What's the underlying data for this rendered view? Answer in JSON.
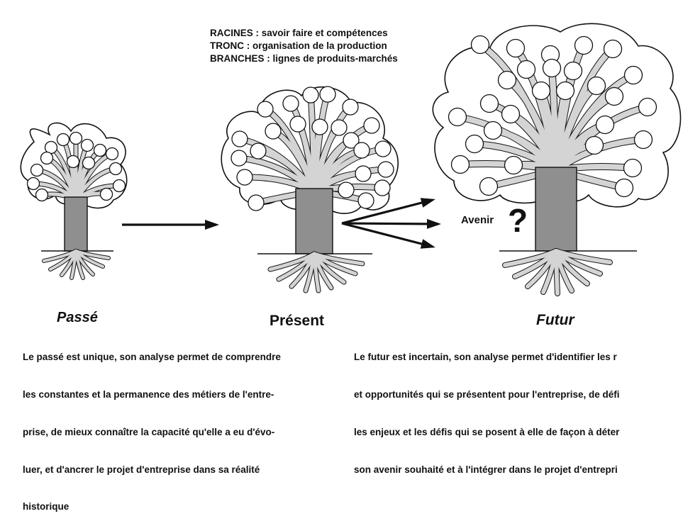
{
  "legend": {
    "line1": "RACINES : savoir faire et compétences",
    "line2": "TRONC : organisation de la production",
    "line3": "BRANCHES : lignes de produits-marchés"
  },
  "stages": {
    "past": "Passé",
    "present": "Présent",
    "future": "Futur"
  },
  "avenir": "Avenir",
  "question_mark": "?",
  "past_text": [
    "Le passé est unique, son analyse permet de comprendre",
    "les constantes et la permanence des métiers de l'entre-",
    "prise, de mieux connaître la capacité qu'elle a eu d'évo-",
    "luer, et d'ancrer le projet d'entreprise dans sa réalité",
    "historique"
  ],
  "future_text": [
    "Le futur est incertain, son analyse permet d'identifier les r",
    "et opportunités qui se présentent pour l'entreprise, de défi",
    "les enjeux et les défis qui se posent à elle de façon à déter",
    "son avenir souhaité et à l'intégrer dans le projet d'entrepri"
  ],
  "colors": {
    "trunk": "#8f8f8f",
    "branch_fill": "#d4d4d4",
    "line": "#111111",
    "background": "#ffffff"
  }
}
